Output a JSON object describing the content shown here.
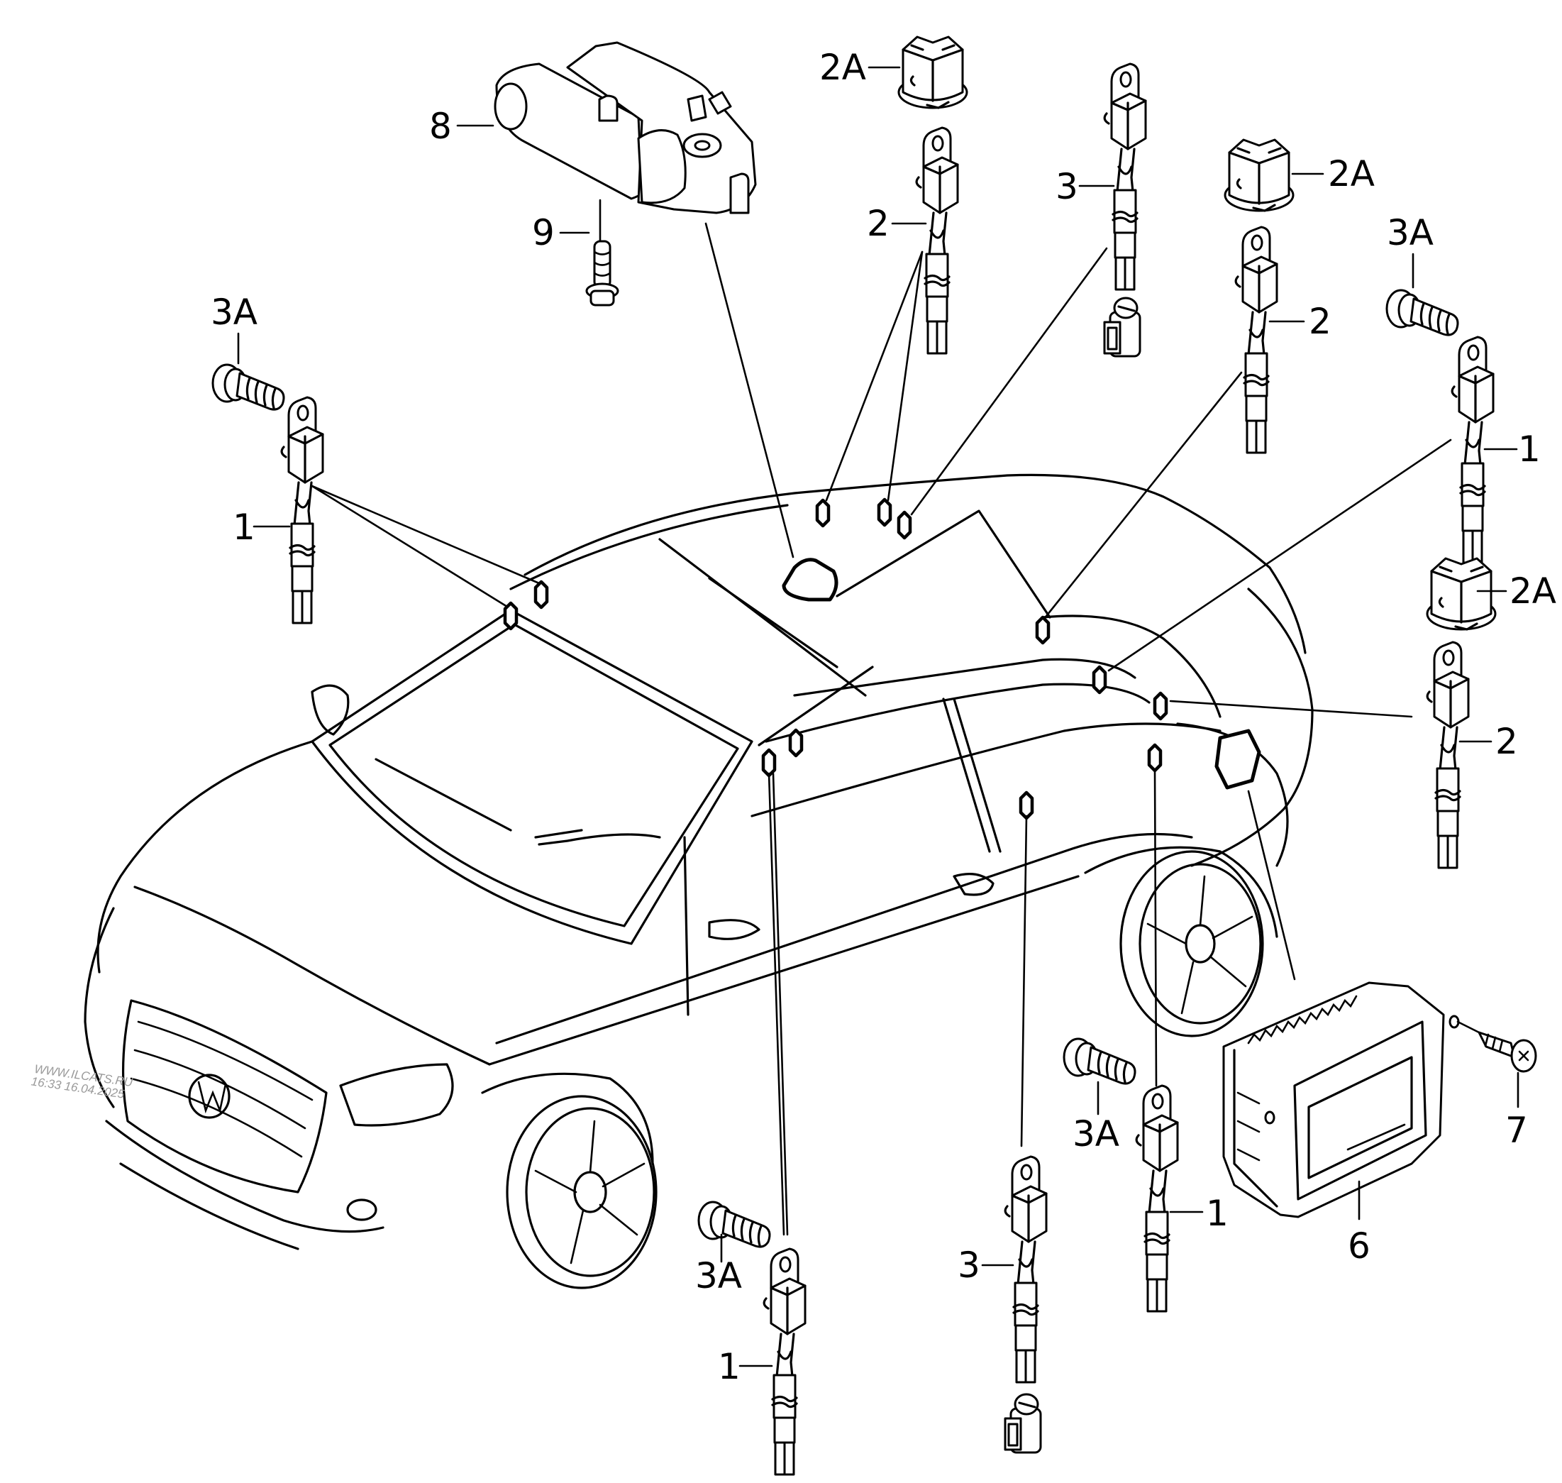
{
  "diagram": {
    "subject": "Convertible car body with sensor/wiring component locations",
    "watermark": {
      "line1": "WWW.ILCATS.RU",
      "line2": "16:33 16.04.2025"
    },
    "callouts": [
      {
        "id": "c8",
        "label": "8",
        "part": "actuator-motor"
      },
      {
        "id": "c9",
        "label": "9",
        "part": "bolt"
      },
      {
        "id": "c2a1",
        "label": "2A",
        "part": "connector-housing"
      },
      {
        "id": "c2_1",
        "label": "2",
        "part": "sensor-lead"
      },
      {
        "id": "c3_1",
        "label": "3",
        "part": "sensor-lead-with-connector"
      },
      {
        "id": "c2a2",
        "label": "2A",
        "part": "connector-housing"
      },
      {
        "id": "c2_2",
        "label": "2",
        "part": "sensor-lead"
      },
      {
        "id": "c3a1",
        "label": "3A",
        "part": "bolt"
      },
      {
        "id": "c1_1",
        "label": "1",
        "part": "sensor-lead"
      },
      {
        "id": "c2a3",
        "label": "2A",
        "part": "connector-housing"
      },
      {
        "id": "c2_3",
        "label": "2",
        "part": "sensor-lead"
      },
      {
        "id": "c7",
        "label": "7",
        "part": "screw"
      },
      {
        "id": "c6",
        "label": "6",
        "part": "control-unit-bracket"
      },
      {
        "id": "c1_2",
        "label": "1",
        "part": "sensor-lead"
      },
      {
        "id": "c3a2",
        "label": "3A",
        "part": "bolt"
      },
      {
        "id": "c3_2",
        "label": "3",
        "part": "sensor-lead-with-connector"
      },
      {
        "id": "c1_3",
        "label": "1",
        "part": "sensor-lead"
      },
      {
        "id": "c3a3",
        "label": "3A",
        "part": "bolt"
      },
      {
        "id": "c3a4",
        "label": "3A",
        "part": "bolt"
      },
      {
        "id": "c1_4",
        "label": "1",
        "part": "sensor-lead"
      }
    ]
  }
}
